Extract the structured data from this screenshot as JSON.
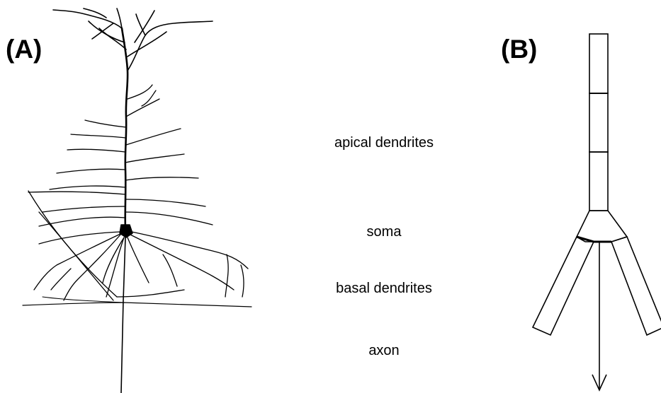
{
  "panels": {
    "a_label": "(A)",
    "b_label": "(B)"
  },
  "regions": {
    "apical": "apical dendrites",
    "soma": "soma",
    "basal": "basal dendrites",
    "axon": "axon"
  },
  "colors": {
    "ink": "#000000",
    "background": "#ffffff"
  }
}
